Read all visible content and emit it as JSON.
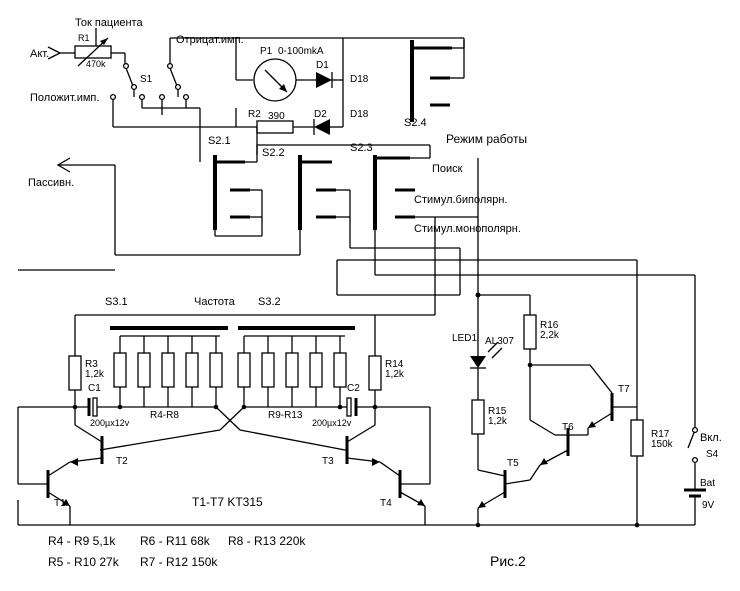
{
  "labels": {
    "akt": "Акт.",
    "tok": "Ток пациента",
    "otric": "Отрицат.имп.",
    "polozh": "Положит.имп.",
    "passiv": "Пассивн.",
    "rezhim": "Режим работы",
    "poisk": "Поиск",
    "stim_bi": "Стимул.биполярн.",
    "stim_mono": "Стимул.монополярн.",
    "s31": "S3.1",
    "chastota": "Частота",
    "s32": "S3.2",
    "led1": "LED1",
    "al307": "AL307",
    "vkl": "Вкл.",
    "s4": "S4",
    "bat": "Bat",
    "v9": "9V",
    "ris": "Рис.2"
  },
  "components": {
    "r1": "R1",
    "r1v": "470k",
    "s1": "S1",
    "p1": "P1",
    "p1v": "0-100mkA",
    "d1": "D1",
    "d1v": "D18",
    "d2": "D2",
    "d2v": "D18",
    "r2": "R2",
    "r2v": "390",
    "s21": "S2.1",
    "s22": "S2.2",
    "s23": "S2.3",
    "s24": "S2.4",
    "r3": "R3",
    "r3v": "1,2k",
    "c1": "C1",
    "c1v": "200µx12v",
    "r4r8": "R4-R8",
    "r9r13": "R9-R13",
    "c2": "C2",
    "c2v": "200µx12v",
    "r14": "R14",
    "r14v": "1,2k",
    "r15": "R15",
    "r15v": "1,2k",
    "r16": "R16",
    "r16v": "2,2k",
    "r17": "R17",
    "r17v": "150k",
    "t1": "T1",
    "t2": "T2",
    "t3": "T3",
    "t4": "T4",
    "t5": "T5",
    "t6": "T6",
    "t7": "T7"
  },
  "notes": {
    "transistors": "T1-T7  KT315",
    "row1a": "R4 - R9  5,1k",
    "row1b": "R6 - R11  68k",
    "row1c": "R8 - R13  220k",
    "row2a": "R5 - R10  27k",
    "row2b": "R7 - R12  150k"
  }
}
